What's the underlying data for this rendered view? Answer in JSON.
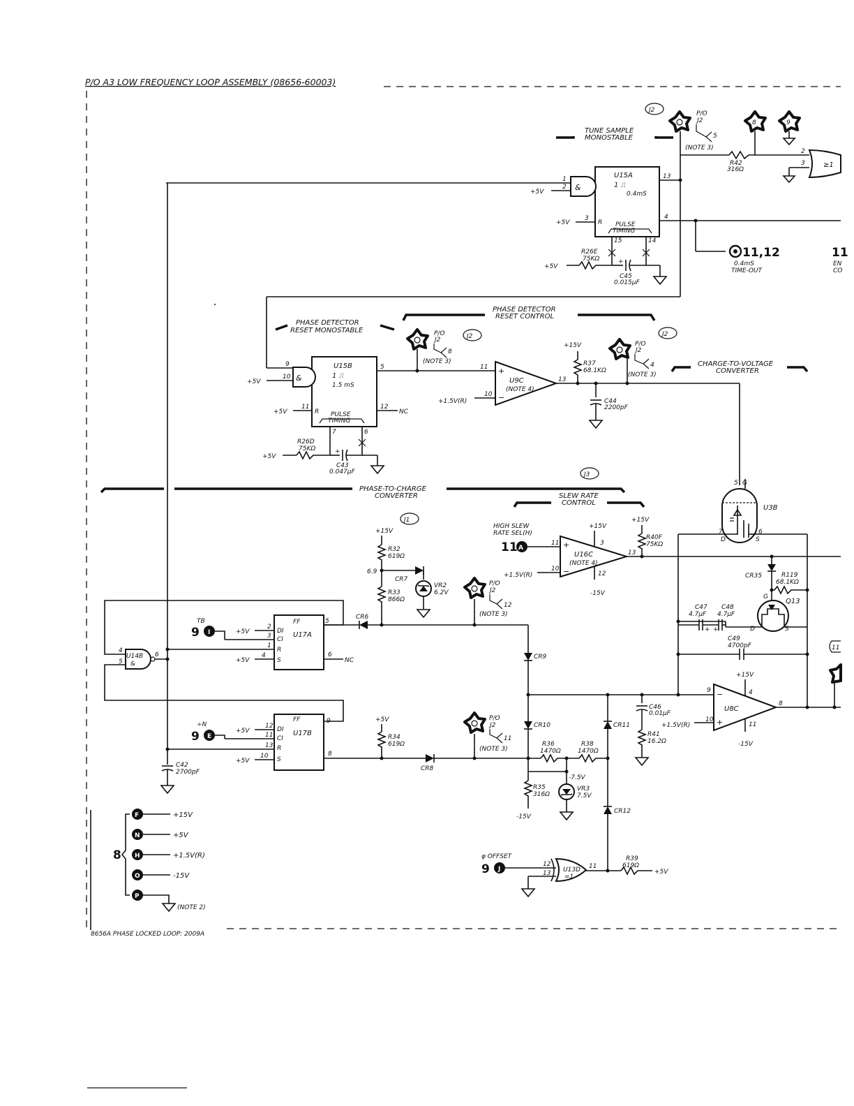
{
  "header": {
    "title": "P/O A3 LOW FREQUENCY LOOP ASSEMBLY (08656-60003)",
    "footer": "8656A PHASE LOCKED LOOP: 2009A"
  },
  "sections": {
    "tune_sample": [
      "TUNE SAMPLE",
      "MONOSTABLE"
    ],
    "pd_reset_mono": [
      "PHASE DETECTOR",
      "RESET MONOSTABLE"
    ],
    "pd_reset_ctrl": [
      "PHASE DETECTOR",
      "RESET CONTROL"
    ],
    "c2v": [
      "CHARGE-TO-VOLTAGE",
      "CONVERTER"
    ],
    "p2c": [
      "PHASE-TO-CHARGE",
      "CONVERTER"
    ],
    "slew": [
      "SLEW RATE",
      "CONTROL"
    ]
  },
  "tags": {
    "j2": "J2",
    "j1": "J1",
    "j3": "J3"
  },
  "testpoints": {
    "tp8": "8",
    "tp9": "9",
    "po": "P/O",
    "j2": "J2",
    "note3": "(NOTE 3)",
    "pin5": "5",
    "pin8": "8",
    "pin4": "4",
    "pin12": "12",
    "pin11": "11"
  },
  "components": {
    "u15a": {
      "name": "U15A",
      "pulse": "1 ⎍",
      "time": "0.4mS",
      "timing": "PULSE",
      "timing2": "TIMING"
    },
    "u15b": {
      "name": "U15B",
      "pulse": "1 ⎍",
      "time": "1.5 mS"
    },
    "u17a": {
      "name": "U17A",
      "ff": "FF"
    },
    "u17b": {
      "name": "U17B",
      "ff": "FF"
    },
    "u9c": {
      "name": "U9C",
      "note": "(NOTE 4)"
    },
    "u16c": {
      "name": "U16C",
      "note": "(NOTE 4)"
    },
    "u8c": "U8C",
    "u3b": "U3B",
    "q13": "Q13",
    "u14b": "U14B",
    "u13d": "U13D",
    "u13d_sym": "=1",
    "and": "&",
    "or_sym": "≥1",
    "r42": [
      "R42",
      "316Ω"
    ],
    "r26e": [
      "R26E",
      "75KΩ"
    ],
    "c45": [
      "C45",
      "0.015µF"
    ],
    "r26d": [
      "R26D",
      "75KΩ"
    ],
    "c43": [
      "C43",
      "0.047µF"
    ],
    "r37": [
      "R37",
      "68.1KΩ"
    ],
    "c44": [
      "C44",
      "2200pF"
    ],
    "r32": [
      "R32",
      "619Ω"
    ],
    "r33": [
      "R33",
      "866Ω"
    ],
    "vr2": [
      "VR2",
      "6.2V"
    ],
    "cr7": "CR7",
    "cr6": "CR6",
    "cr9": "CR9",
    "cr10": "CR10",
    "cr11": "CR11",
    "cr12": "CR12",
    "cr8": "CR8",
    "cr35": "CR35",
    "r34": [
      "R34",
      "619Ω"
    ],
    "r36": [
      "R36",
      "1470Ω"
    ],
    "r38": [
      "R38",
      "1470Ω"
    ],
    "r35": [
      "R35",
      "316Ω"
    ],
    "vr3": [
      "VR3",
      "7.5V"
    ],
    "r39": [
      "R39",
      "619Ω"
    ],
    "r40f": [
      "R40F",
      "75KΩ"
    ],
    "r119": [
      "R119",
      "68.1KΩ"
    ],
    "c47": [
      "C47",
      "4.7µF"
    ],
    "c48": [
      "C48",
      "4.7µF"
    ],
    "c49": [
      "C49",
      "4700pF"
    ],
    "c46": [
      "C46",
      "0.01µF"
    ],
    "r41": [
      "R41",
      "16.2Ω"
    ],
    "c42": [
      "C42",
      "2700pF"
    ]
  },
  "rails": {
    "p15": "+15V",
    "p5": "+5V",
    "p15r": "+1.5V(R)",
    "m15": "-15V",
    "m75": "-7.5V",
    "nc": "NC",
    "v69": "6.9",
    "note2": "(NOTE 2)"
  },
  "pins": {
    "d": "D",
    "s": "S",
    "g": "G",
    "di": "DI",
    "ci": "CI",
    "r": "R",
    "sx": "S",
    "plus": "+",
    "minus": "−",
    "n1": "1",
    "n2": "2",
    "n3": "3",
    "n4": "4",
    "n5": "5",
    "n6": "6",
    "n7": "7",
    "n8": "8",
    "n9": "9",
    "n10": "10",
    "n11": "11",
    "n12": "12",
    "n13": "13",
    "n14": "14",
    "n15": "15"
  },
  "refs": {
    "ref_1112": "11,12",
    "timeout": [
      "0.4mS",
      "TIME-OUT"
    ],
    "en": [
      "EN",
      "CO"
    ],
    "ref_11a": "11",
    "high_slew": [
      "HIGH SLEW",
      "RATE SEL(H)"
    ],
    "tb_label": "TB",
    "ref_9": "9",
    "div_n": "÷N",
    "phi_offset": "φ OFFSET"
  },
  "connector": {
    "num": "8",
    "pins": [
      {
        "letter": "F",
        "rail": "+15V"
      },
      {
        "letter": "N",
        "rail": "+5V"
      },
      {
        "letter": "H",
        "rail": "+1.5V(R)"
      },
      {
        "letter": "O",
        "rail": "-15V"
      },
      {
        "letter": "P",
        "rail": ""
      }
    ]
  },
  "flags": {
    "inputs": {
      "a": "A",
      "i": "I",
      "e": "E",
      "j": "J"
    }
  }
}
